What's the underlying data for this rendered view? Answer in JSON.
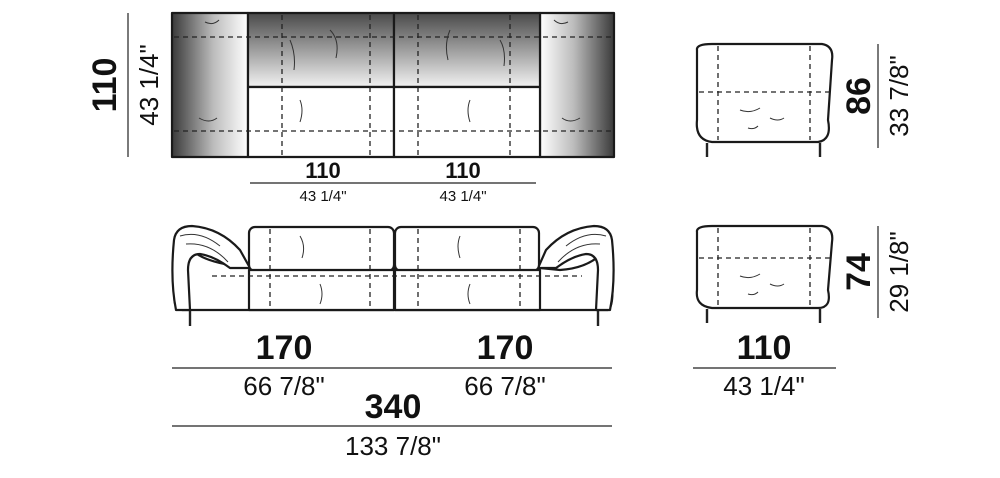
{
  "diagram": {
    "top_view": {
      "depth_cm": "110",
      "depth_in": "43 1/4\"",
      "module_1_cm": "110",
      "module_1_in": "43 1/4\"",
      "module_2_cm": "110",
      "module_2_in": "43 1/4\""
    },
    "front_view": {
      "section_1_cm": "170",
      "section_1_in": "66 7/8\"",
      "section_2_cm": "170",
      "section_2_in": "66 7/8\"",
      "total_cm": "340",
      "total_in": "133 7/8\""
    },
    "side_view_top": {
      "height_cm": "86",
      "height_in": "33 7/8\""
    },
    "side_view_bottom": {
      "height_cm": "74",
      "height_in": "29 1/8\"",
      "width_cm": "110",
      "width_in": "43 1/4\""
    }
  }
}
